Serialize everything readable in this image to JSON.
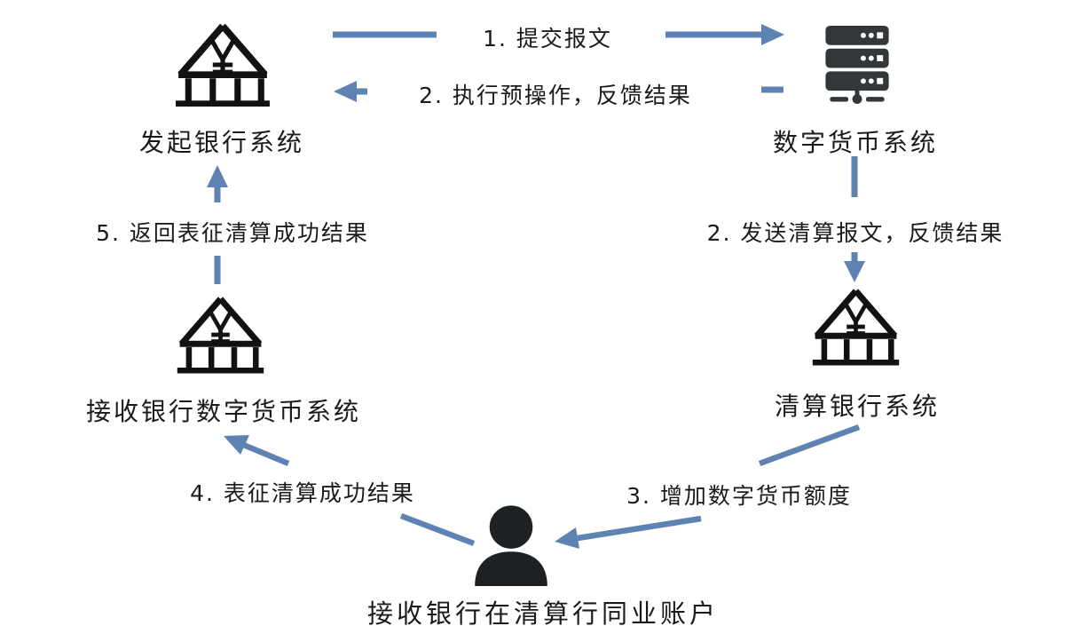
{
  "diagram": {
    "type": "flow-diagram",
    "colors": {
      "background": "#ffffff",
      "arrow": "#5e82b2",
      "bank_icon": "#121212",
      "server_icon": "#333739",
      "person_icon": "#1e2123",
      "text": "#1a1a1a"
    },
    "nodes": {
      "initiating_bank": {
        "label": "发起银行系统",
        "icon": "bank-icon"
      },
      "digital_currency_system": {
        "label": "数字货币系统",
        "icon": "server-icon"
      },
      "clearing_bank": {
        "label": "清算银行系统",
        "icon": "bank-icon"
      },
      "receiving_bank": {
        "label": "接收银行数字货币系统",
        "icon": "bank-icon"
      },
      "interbank_account": {
        "label": "接收银行在清算行同业账户",
        "icon": "person-icon"
      }
    },
    "flows": {
      "step1": {
        "label": "1. 提交报文",
        "from": "initiating_bank",
        "to": "digital_currency_system"
      },
      "step2_feedback": {
        "label": "2. 执行预操作，反馈结果",
        "from": "digital_currency_system",
        "to": "initiating_bank"
      },
      "step2_clearing": {
        "label": "2. 发送清算报文，反馈结果",
        "from": "digital_currency_system",
        "to": "clearing_bank"
      },
      "step3": {
        "label": "3. 增加数字货币额度",
        "from": "clearing_bank",
        "to": "interbank_account"
      },
      "step4": {
        "label": "4. 表征清算成功结果",
        "from": "interbank_account",
        "to": "receiving_bank"
      },
      "step5": {
        "label": "5. 返回表征清算成功结果",
        "from": "receiving_bank",
        "to": "initiating_bank"
      }
    }
  }
}
